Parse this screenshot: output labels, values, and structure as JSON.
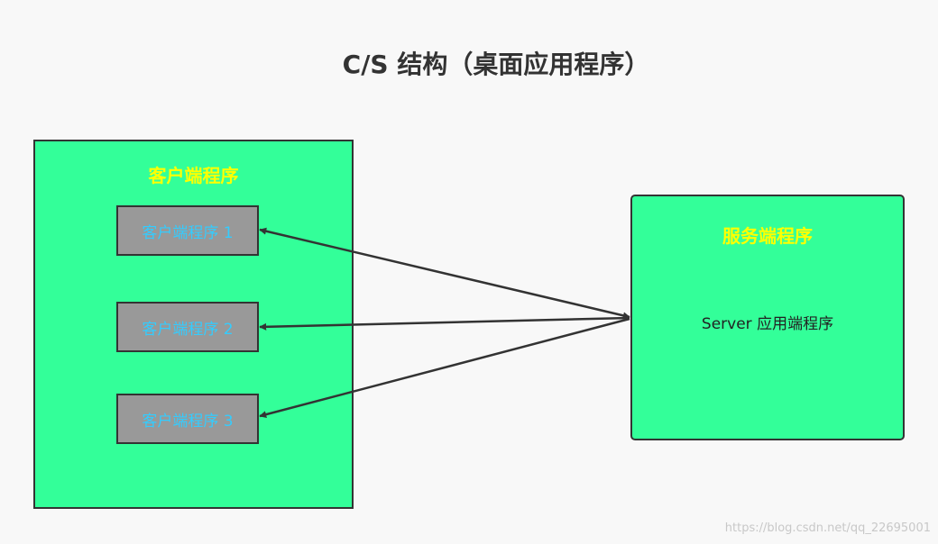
{
  "title": "C/S 结构（桌面应用程序）",
  "client": {
    "title": "客户端程序",
    "items": [
      "客户端程序 1",
      "客户端程序 2",
      "客户端程序 3"
    ]
  },
  "server": {
    "title": "服务端程序",
    "label": "Server 应用端程序"
  },
  "watermark": "https://blog.csdn.net/qq_22695001",
  "colors": {
    "box_fill": "#33ff99",
    "heading_text": "#ffff00",
    "item_fill": "#999999",
    "item_text": "#33ccff",
    "stroke": "#333333"
  }
}
